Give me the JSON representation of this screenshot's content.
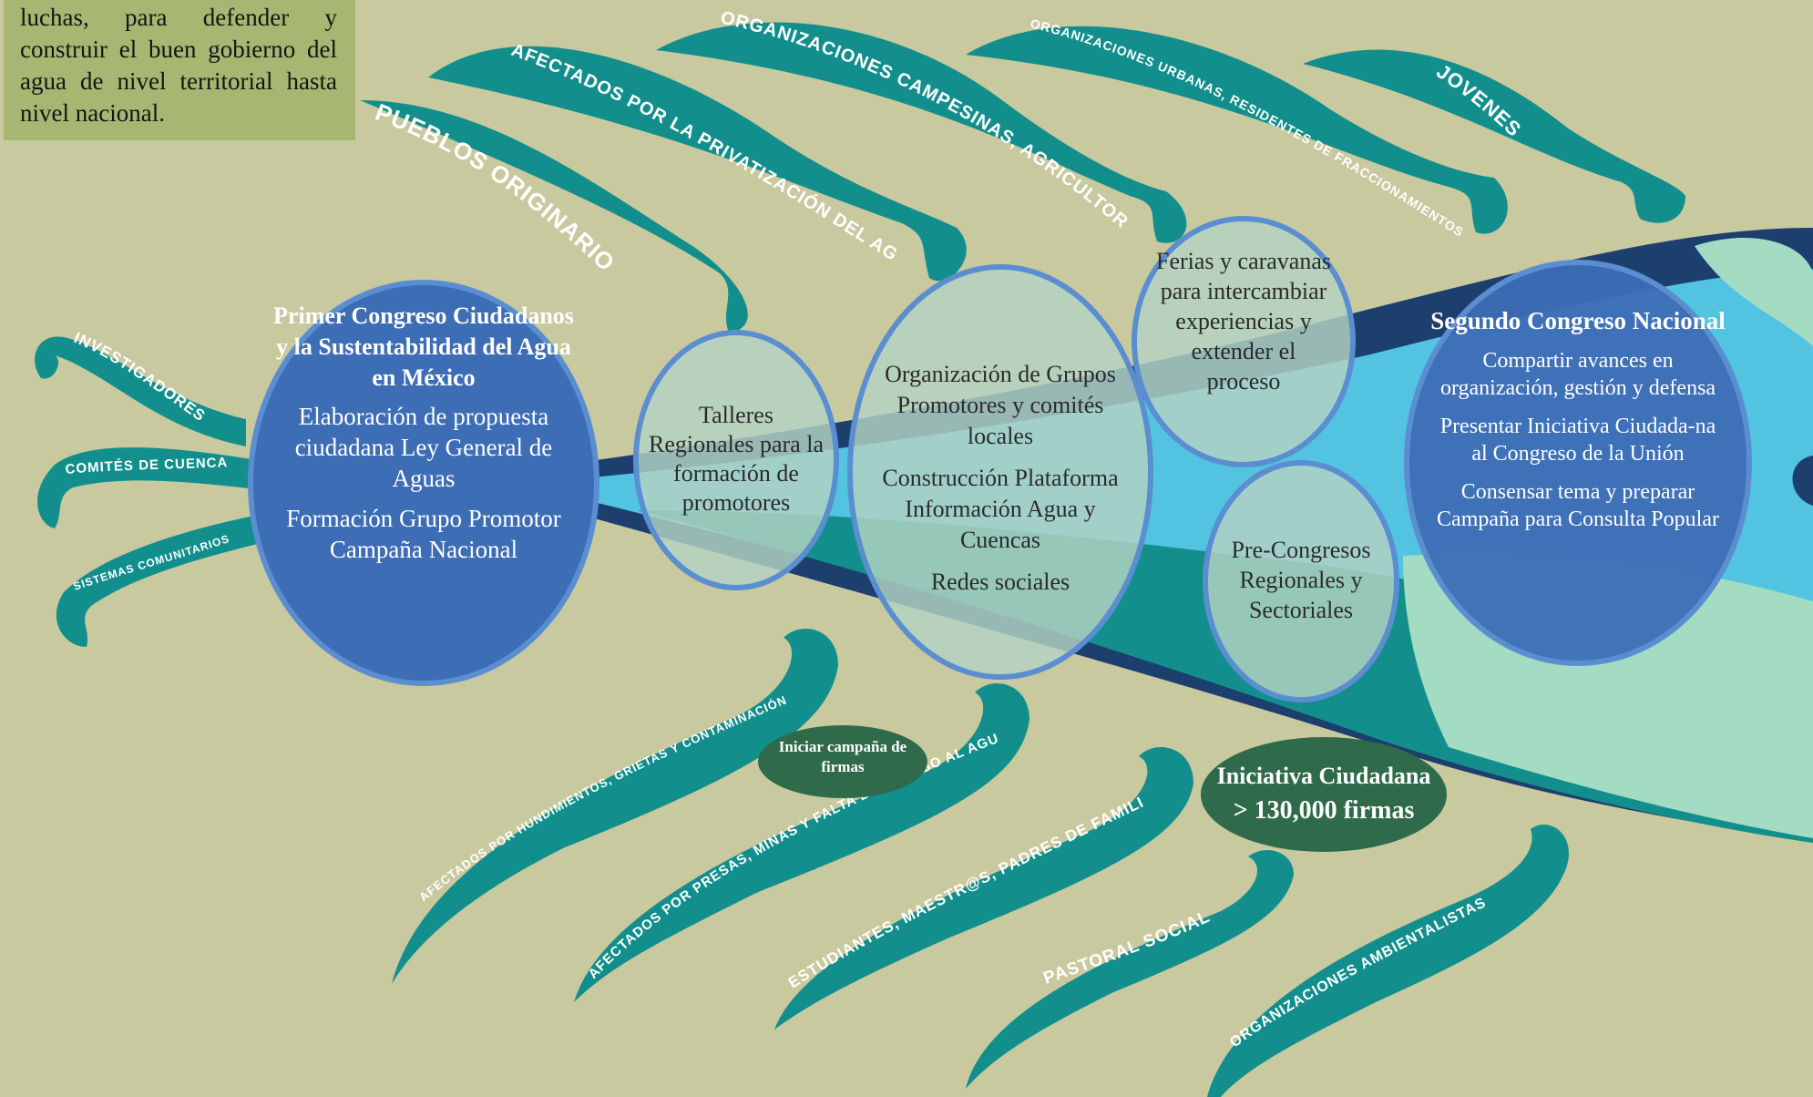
{
  "intro": {
    "lines": [
      "luchas, para defender y",
      "construir el buen gobierno del",
      "agua de nivel territorial hasta",
      "nivel nacional."
    ]
  },
  "swirls": {
    "pueblos": "PUEBLOS ORIGINARIOS",
    "afectados_privatizacion": "AFECTADOS POR LA PRIVATIZACIÓN DEL AGUA",
    "campesinas": "ORGANIZACIONES CAMPESINAS, AGRICULTORES",
    "urbanas": "ORGANIZACIONES URBANAS, RESIDENTES DE FRACCIONAMIENTOS",
    "jovenes": "JOVENES",
    "investigadores": "INVESTIGADORES",
    "comites": "COMITÉS DE CUENCA",
    "sistemas": "SISTEMAS COMUNITARIOS",
    "hundimientos": "AFECTADOS POR HUNDIMIENTOS, GRIETAS Y CONTAMINACIÓN",
    "presas": "AFECTADOS POR PRESAS, MINAS Y FALTA DE ACCESO AL AGUA",
    "estudiantes": "ESTUDIANTES, MAESTR@S, PADRES DE FAMILIA",
    "pastoral": "PASTORAL SOCIAL",
    "ambientalistas": "ORGANIZACIONES AMBIENTALISTAS"
  },
  "bubbles": {
    "primer": {
      "title": "Primer Congreso Ciudadanos y la Sustentabilidad del Agua en México",
      "item1": "Elaboración de propuesta ciudadana Ley General de Aguas",
      "item2": "Formación Grupo Promotor Campaña Nacional"
    },
    "talleres": "Talleres Regionales para la formación de promotores",
    "organizacion": {
      "item1": "Organización de Grupos Promotores y comités locales",
      "item2": "Construcción Plataforma Información Agua y Cuencas",
      "item3": "Redes sociales"
    },
    "ferias": "Ferias y caravanas para intercambiar experiencias y extender el proceso",
    "precongresos": "Pre-Congresos Regionales y Sectoriales",
    "segundo": {
      "title": "Segundo Congreso Nacional",
      "item1": "Compartir avances en organización, gestión y defensa",
      "item2": "Presentar Iniciativa Ciudada-na al Congreso de la Unión",
      "item3": "Consensar tema y preparar Campaña para Consulta Popular"
    }
  },
  "pills": {
    "firmas": "Iniciar campaña de firmas",
    "iniciativa_line1": "Iniciativa Ciudadana",
    "iniciativa_line2": "> 130,000 firmas"
  },
  "colors": {
    "background": "#c9c99f",
    "intro_box": "#a7b772",
    "swirl_teal": "#128f8d",
    "river_dark": "#1c3f6e",
    "river_cyan": "#52c3e1",
    "river_mint": "#a3dcc3",
    "bubble_dark": "#3d6db5",
    "bubble_light": "#b3d3c3",
    "bubble_border": "#5a8ed0",
    "pill_green": "#2f6b4a"
  }
}
